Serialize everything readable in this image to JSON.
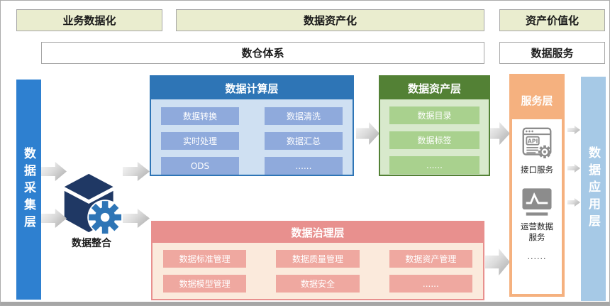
{
  "top_row": {
    "business": "业务数据化",
    "assetization": "数据资产化",
    "valorization": "资产价值化"
  },
  "second_row": {
    "warehouse": "数仓体系",
    "service": "数据服务"
  },
  "left_bar": {
    "label": "数据采集层"
  },
  "right_bar": {
    "label": "数据应用层"
  },
  "integration": {
    "label": "数据整合",
    "icon": "cube-gear-icon"
  },
  "calc_layer": {
    "title": "数据计算层",
    "items": [
      "数据转换",
      "数据清洗",
      "实时处理",
      "数据汇总",
      "ODS",
      "......"
    ]
  },
  "asset_layer": {
    "title": "数据资产层",
    "items": [
      "数据目录",
      "数据标签",
      "......"
    ]
  },
  "service_layer": {
    "title": "服务层",
    "api_icon_text": "API",
    "api_label": "接口服务",
    "ops_label": "运营数据服务",
    "more": "......",
    "icons": [
      "api-browser-gear-icon",
      "monitor-chart-icon"
    ]
  },
  "governance_layer": {
    "title": "数据治理层",
    "items": [
      "数据标准管理",
      "数据质量管理",
      "数据资产管理",
      "数据模型管理",
      "数据安全",
      "......"
    ]
  },
  "colors": {
    "pale_green": "#EAEDCF",
    "left_bar_blue": "#2E80D0",
    "right_bar_blue": "#A6C9E6",
    "calc_header_blue": "#2E75B6",
    "calc_body_blue": "#CFE0F2",
    "calc_chip_blue": "#8FAADC",
    "asset_header_green": "#538135",
    "asset_body_green": "#D8E9CC",
    "asset_chip_green": "#A9D18E",
    "service_orange": "#F5B17F",
    "gov_header_red": "#E8908E",
    "gov_body_cream": "#FBEADC",
    "gov_chip_red": "#EFA8A0",
    "cube_navy": "#1F3864",
    "gear_blue": "#2E75B6",
    "icon_gray": "#8C8C8C"
  }
}
